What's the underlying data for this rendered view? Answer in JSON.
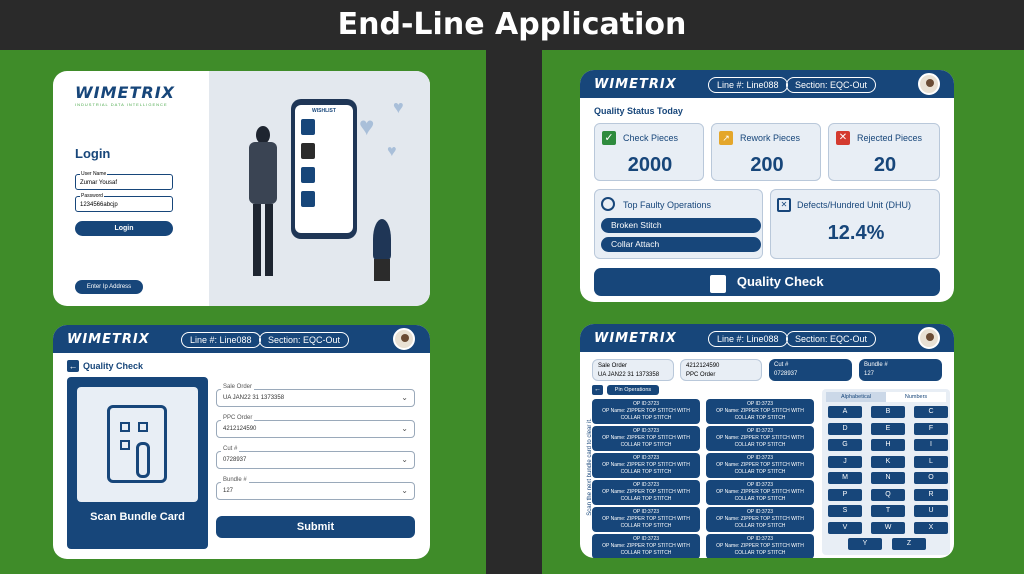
{
  "banner": {
    "title": "End-Line Application"
  },
  "brand": {
    "logo": "WIMETRIX",
    "tagline": "INDUSTRIAL DATA INTELLIGENCE"
  },
  "login": {
    "heading": "Login",
    "username_label": "User Name",
    "username_value": "Zumar Yousaf",
    "password_label": "Password",
    "password_value": "1234566abcjp",
    "login_button": "Login",
    "ip_button": "Enter Ip Address",
    "phone_header": "WISHLIST"
  },
  "dashboard": {
    "line": "Line #: Line088",
    "section": "Section: EQC-Out",
    "status_title": "Quality Status Today",
    "cards": [
      {
        "label": "Check Pieces",
        "value": "2000"
      },
      {
        "label": "Rework Pieces",
        "value": "200"
      },
      {
        "label": "Rejected Pieces",
        "value": "20"
      }
    ],
    "faulty_title": "Top Faulty Operations",
    "faulty_ops": [
      "Broken Stitch",
      "Collar Attach"
    ],
    "dhu_title": "Defects/Hundred Unit (DHU)",
    "dhu_value": "12.4%",
    "quality_check_button": "Quality Check"
  },
  "scan": {
    "line": "Line #: Line088",
    "section": "Section: EQC-Out",
    "back_title": "Quality Check",
    "scan_label": "Scan Bundle Card",
    "fields": [
      {
        "label": "Sale Order",
        "value": "UA JAN22 31 1373358"
      },
      {
        "label": "PPC Order",
        "value": "4212124590"
      },
      {
        "label": "Cut #",
        "value": "0728937"
      },
      {
        "label": "Bundle #",
        "value": "127"
      }
    ],
    "submit": "Submit"
  },
  "operations": {
    "line": "Line #: Line088",
    "section": "Section: EQC-Out",
    "info": [
      {
        "label": "Sale Order",
        "value": "UA JAN22 31 1373358"
      },
      {
        "label": "4212124590",
        "value": "PPC Order"
      },
      {
        "label": "Cut #",
        "value": "0728937"
      },
      {
        "label": "Bundle #",
        "value": "127"
      }
    ],
    "pin_button": "Pin Operations",
    "side_text": "Scan the next bundle card to clear it.",
    "op_id": "OP ID:3723",
    "op_name": "OP Name: ZIPPER TOP STITCH WITH",
    "op_name2": "COLLAR TOP STITCH",
    "tabs": [
      "Alphabetical",
      "Numbers"
    ],
    "keys": [
      "A",
      "B",
      "C",
      "D",
      "E",
      "F",
      "G",
      "H",
      "I",
      "J",
      "K",
      "L",
      "M",
      "N",
      "O",
      "P",
      "Q",
      "R",
      "S",
      "T",
      "U",
      "V",
      "W",
      "X",
      "Y",
      "Z"
    ]
  }
}
